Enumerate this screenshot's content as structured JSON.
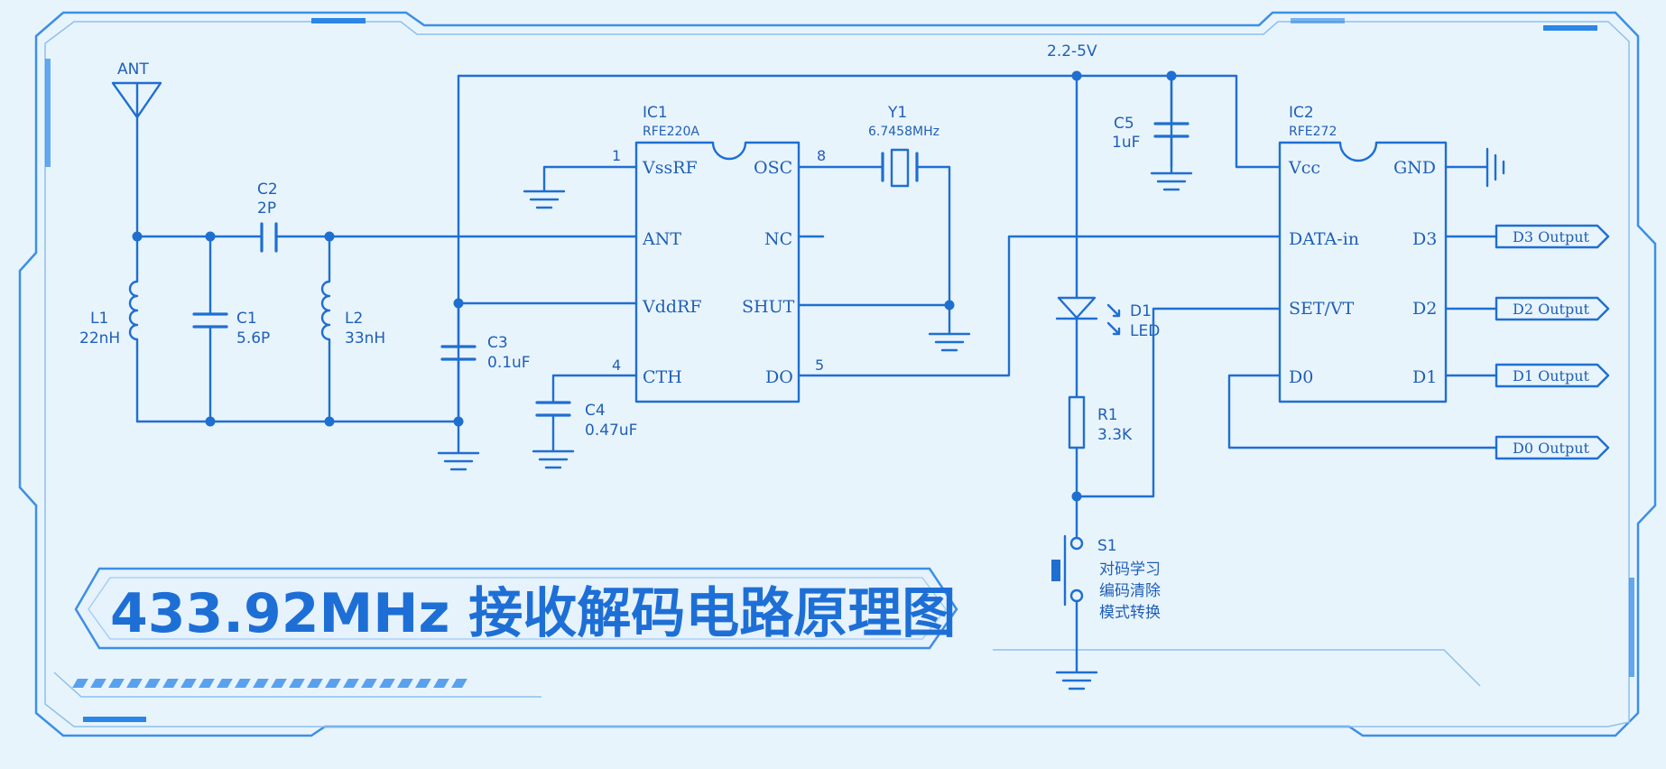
{
  "title": "433.92MHz 接收解码电路原理图",
  "supply": "2.2-5V",
  "antenna": "ANT",
  "components": {
    "c2": {
      "ref": "C2",
      "value": "2P"
    },
    "l1": {
      "ref": "L1",
      "value": "22nH"
    },
    "c1": {
      "ref": "C1",
      "value": "5.6P"
    },
    "l2": {
      "ref": "L2",
      "value": "33nH"
    },
    "c3": {
      "ref": "C3",
      "value": "0.1uF"
    },
    "c4": {
      "ref": "C4",
      "value": "0.47uF"
    },
    "y1": {
      "ref": "Y1",
      "value": "6.7458MHz"
    },
    "c5": {
      "ref": "C5",
      "value": "1uF"
    },
    "d1": {
      "ref": "D1",
      "value": "LED"
    },
    "r1": {
      "ref": "R1",
      "value": "3.3K"
    },
    "s1": {
      "ref": "S1",
      "lines": [
        "对码学习",
        "编码清除",
        "模式转换"
      ]
    }
  },
  "ic1": {
    "ref": "IC1",
    "part": "RFE220A",
    "pins": {
      "vssrf": "VssRF",
      "ant": "ANT",
      "vddrf": "VddRF",
      "cth": "CTH",
      "osc": "OSC",
      "nc": "NC",
      "shut": "SHUT",
      "do": "DO"
    },
    "pin_numbers": {
      "vssrf": "1",
      "cth": "4",
      "osc": "8",
      "do": "5"
    }
  },
  "ic2": {
    "ref": "IC2",
    "part": "RFE272",
    "pins": {
      "vcc": "Vcc",
      "gnd": "GND",
      "datain": "DATA-in",
      "setvt": "SET/VT",
      "d0": "D0",
      "d3": "D3",
      "d2": "D2",
      "d1": "D1"
    }
  },
  "outputs": [
    "D3 Output",
    "D2 Output",
    "D1 Output",
    "D0 Output"
  ],
  "colors": {
    "wire": "#1f6fd1",
    "background": "#e8f4fc",
    "title": "#1d6fd6"
  }
}
